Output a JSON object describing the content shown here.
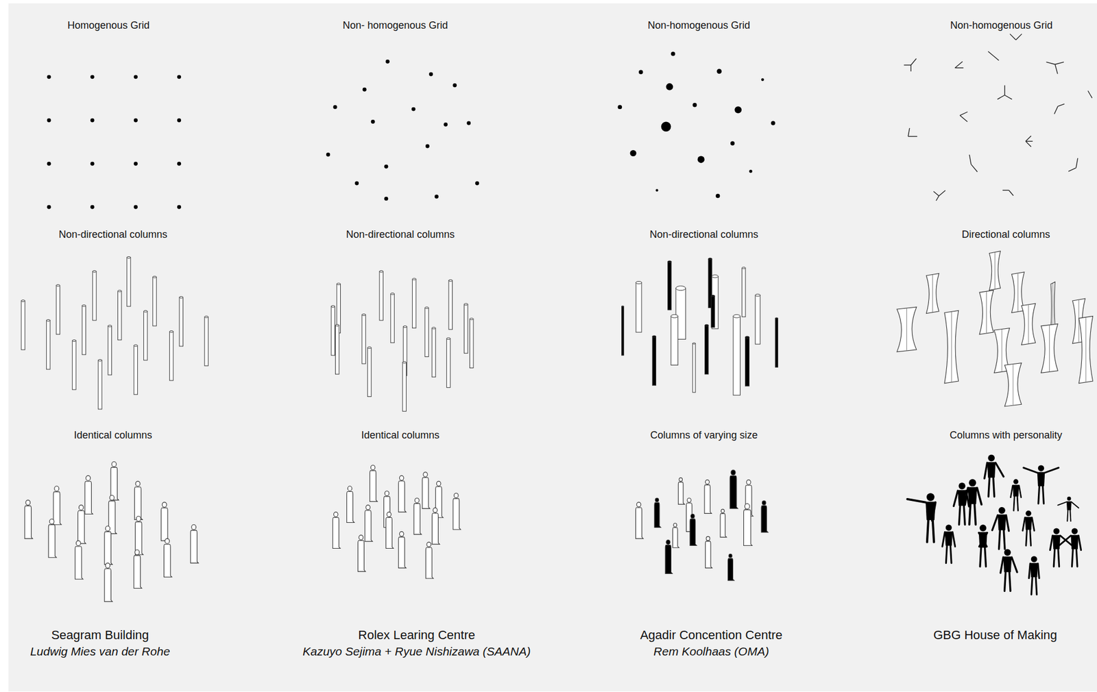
{
  "diagram": {
    "labels": [
      "Homogenous Grid",
      "Non- homogenous Grid",
      "Non-homogenous Grid",
      "Non-homogenous Grid",
      "Non-directional columns",
      "Non-directional columns",
      "Non-directional columns",
      "Directional columns",
      "Identical columns",
      "Identical columns",
      "Columns of varying size",
      "Columns with personality",
      "Seagram Building",
      "Ludwig Mies van der Rohe",
      "Rolex Learing Centre",
      "Kazuyo Sejima + Ryue Nishizawa (SAANA)",
      "Agadir Concention Centre",
      "Rem Koolhaas (OMA)",
      "GBG House of Making"
    ]
  }
}
